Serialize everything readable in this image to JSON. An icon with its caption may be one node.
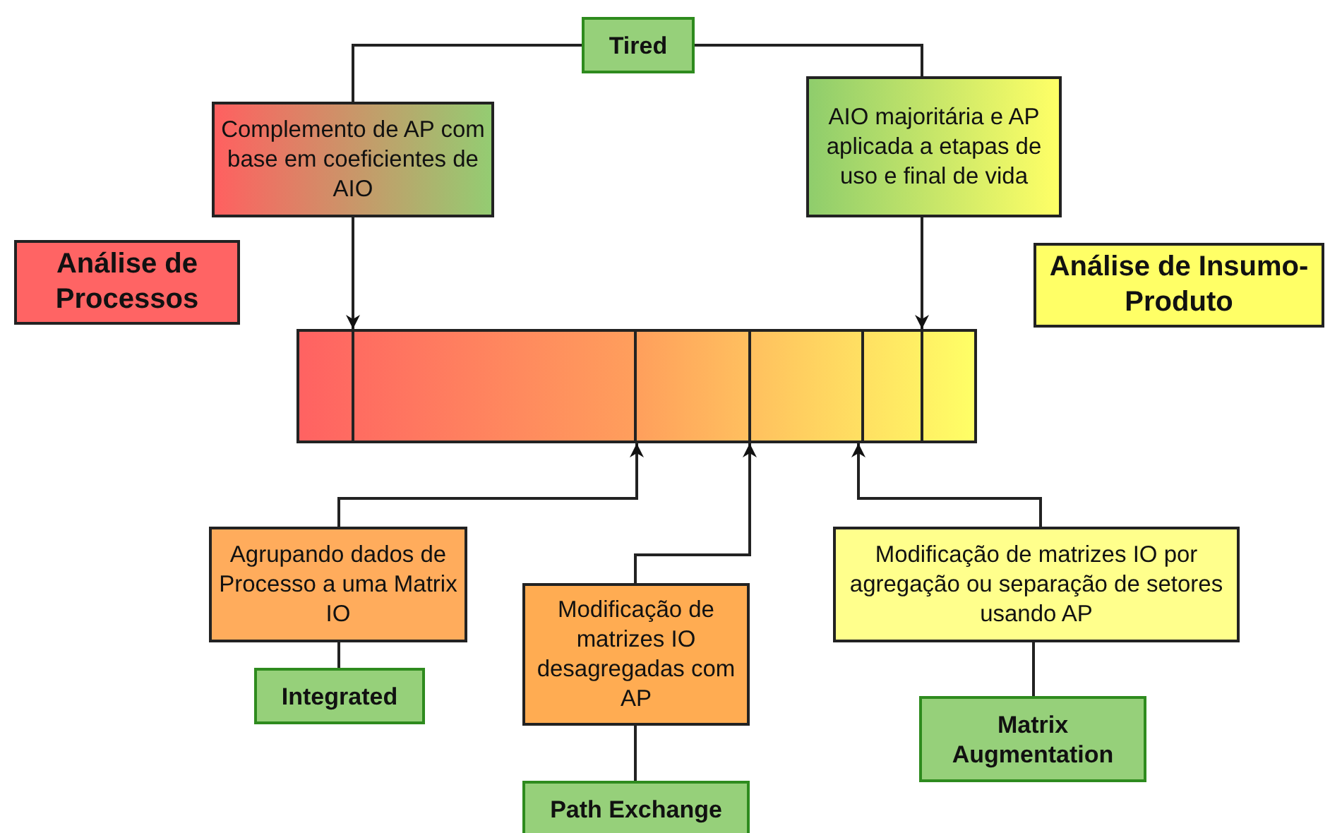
{
  "diagram": {
    "nodes": [
      {
        "text": [
          "Tired"
        ]
      },
      {
        "text": [
          "Complemento de AP com base em coeficientes de AIO"
        ]
      },
      {
        "text": [
          "AIO majoritária e AP aplicada a etapas de uso e final de vida"
        ]
      },
      {
        "text": [
          "Análise de Processos"
        ]
      },
      {
        "text": [
          "Análise de Insumo-Produto"
        ]
      },
      {
        "text": [],
        "shape": "bar"
      },
      {
        "text": [
          "Agrupando dados de Processo a uma Matrix IO"
        ]
      },
      {
        "text": [
          "Integrated"
        ]
      },
      {
        "text": [
          "Modificação de matrizes IO desagregadas com AP"
        ]
      },
      {
        "text": [
          "Path Exchange"
        ]
      },
      {
        "text": [
          "Modificação de matrizes IO por agregação ou separação de setores usando AP"
        ]
      },
      {
        "text": [
          "Matrix Augmentation"
        ]
      }
    ],
    "edges": [
      {
        "from": 0,
        "to": 1,
        "arrow": "none"
      },
      {
        "from": 0,
        "to": 2,
        "arrow": "none"
      },
      {
        "from": 1,
        "to": 5,
        "arrow": "to"
      },
      {
        "from": 2,
        "to": 5,
        "arrow": "to"
      },
      {
        "from": 6,
        "to": 5,
        "arrow": "to"
      },
      {
        "from": 8,
        "to": 5,
        "arrow": "to"
      },
      {
        "from": 10,
        "to": 5,
        "arrow": "to"
      },
      {
        "from": 6,
        "to": 7,
        "arrow": "none"
      },
      {
        "from": 8,
        "to": 9,
        "arrow": "none"
      },
      {
        "from": 10,
        "to": 11,
        "arrow": "none"
      }
    ]
  }
}
